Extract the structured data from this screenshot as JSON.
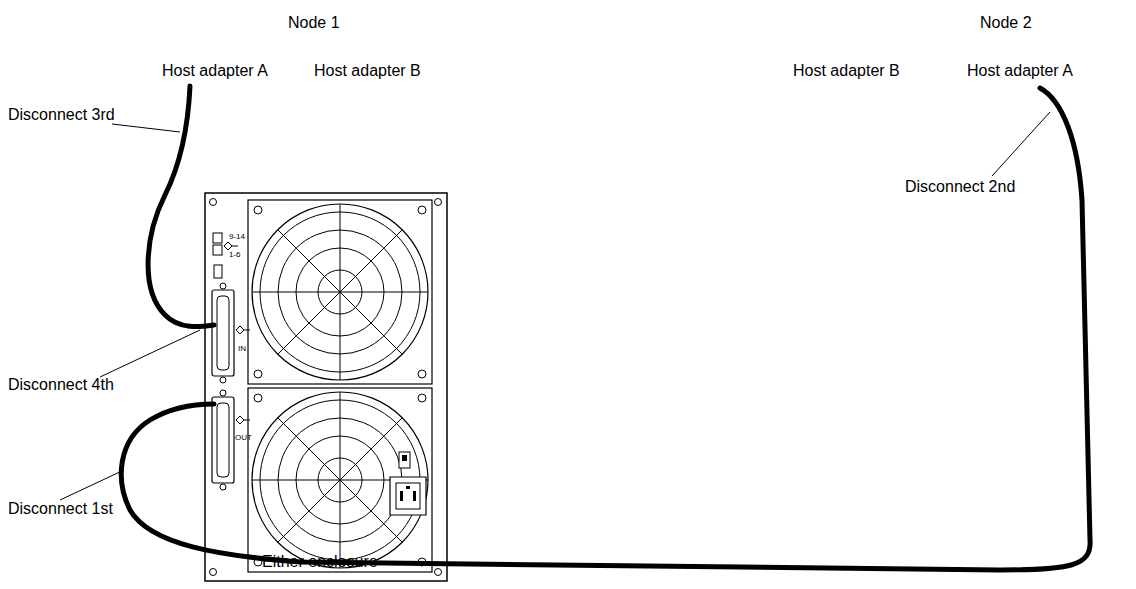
{
  "diagram": {
    "labels": [
      "Node 1",
      "Node 2",
      "Host adapter A",
      "Host adapter B",
      "Host adapter B",
      "Host adapter A",
      "Disconnect 3rd",
      "Disconnect 2nd",
      "Disconnect 4th",
      "Disconnect 1st",
      "Either enclosure",
      "9-14",
      "1-6",
      "IN",
      "OUT"
    ]
  }
}
